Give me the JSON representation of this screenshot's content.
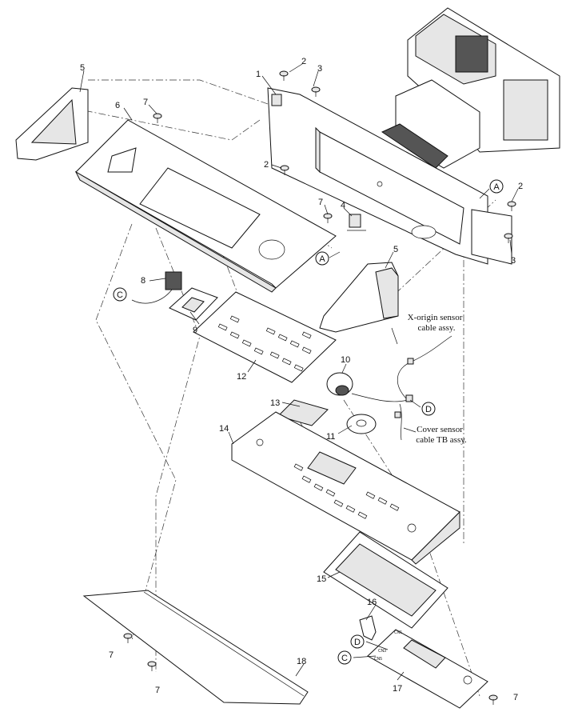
{
  "callouts": {
    "n1": "1",
    "n2a": "2",
    "n2b": "2",
    "n2c": "2",
    "n3a": "3",
    "n3b": "3",
    "n4": "4",
    "n5a": "5",
    "n5b": "5",
    "n6": "6",
    "n7a": "7",
    "n7b": "7",
    "n7c": "7",
    "n7d": "7",
    "n7e": "7",
    "n8": "8",
    "n9": "9",
    "n10": "10",
    "n11": "11",
    "n12": "12",
    "n13": "13",
    "n14": "14",
    "n15": "15",
    "n16": "16",
    "n17": "17",
    "n18": "18"
  },
  "references": {
    "a1": "A",
    "a2": "A",
    "c1": "C",
    "c2": "C",
    "d1": "D",
    "d2": "D"
  },
  "notes": {
    "x_origin_line1": "X-origin sensor",
    "x_origin_line2": "cable assy.",
    "cover_line1": "Cover sensor",
    "cover_line2": "cable TB assy."
  },
  "connectors": {
    "cn1": "CN1",
    "cn3": "CN3",
    "cn5": "CN5"
  }
}
